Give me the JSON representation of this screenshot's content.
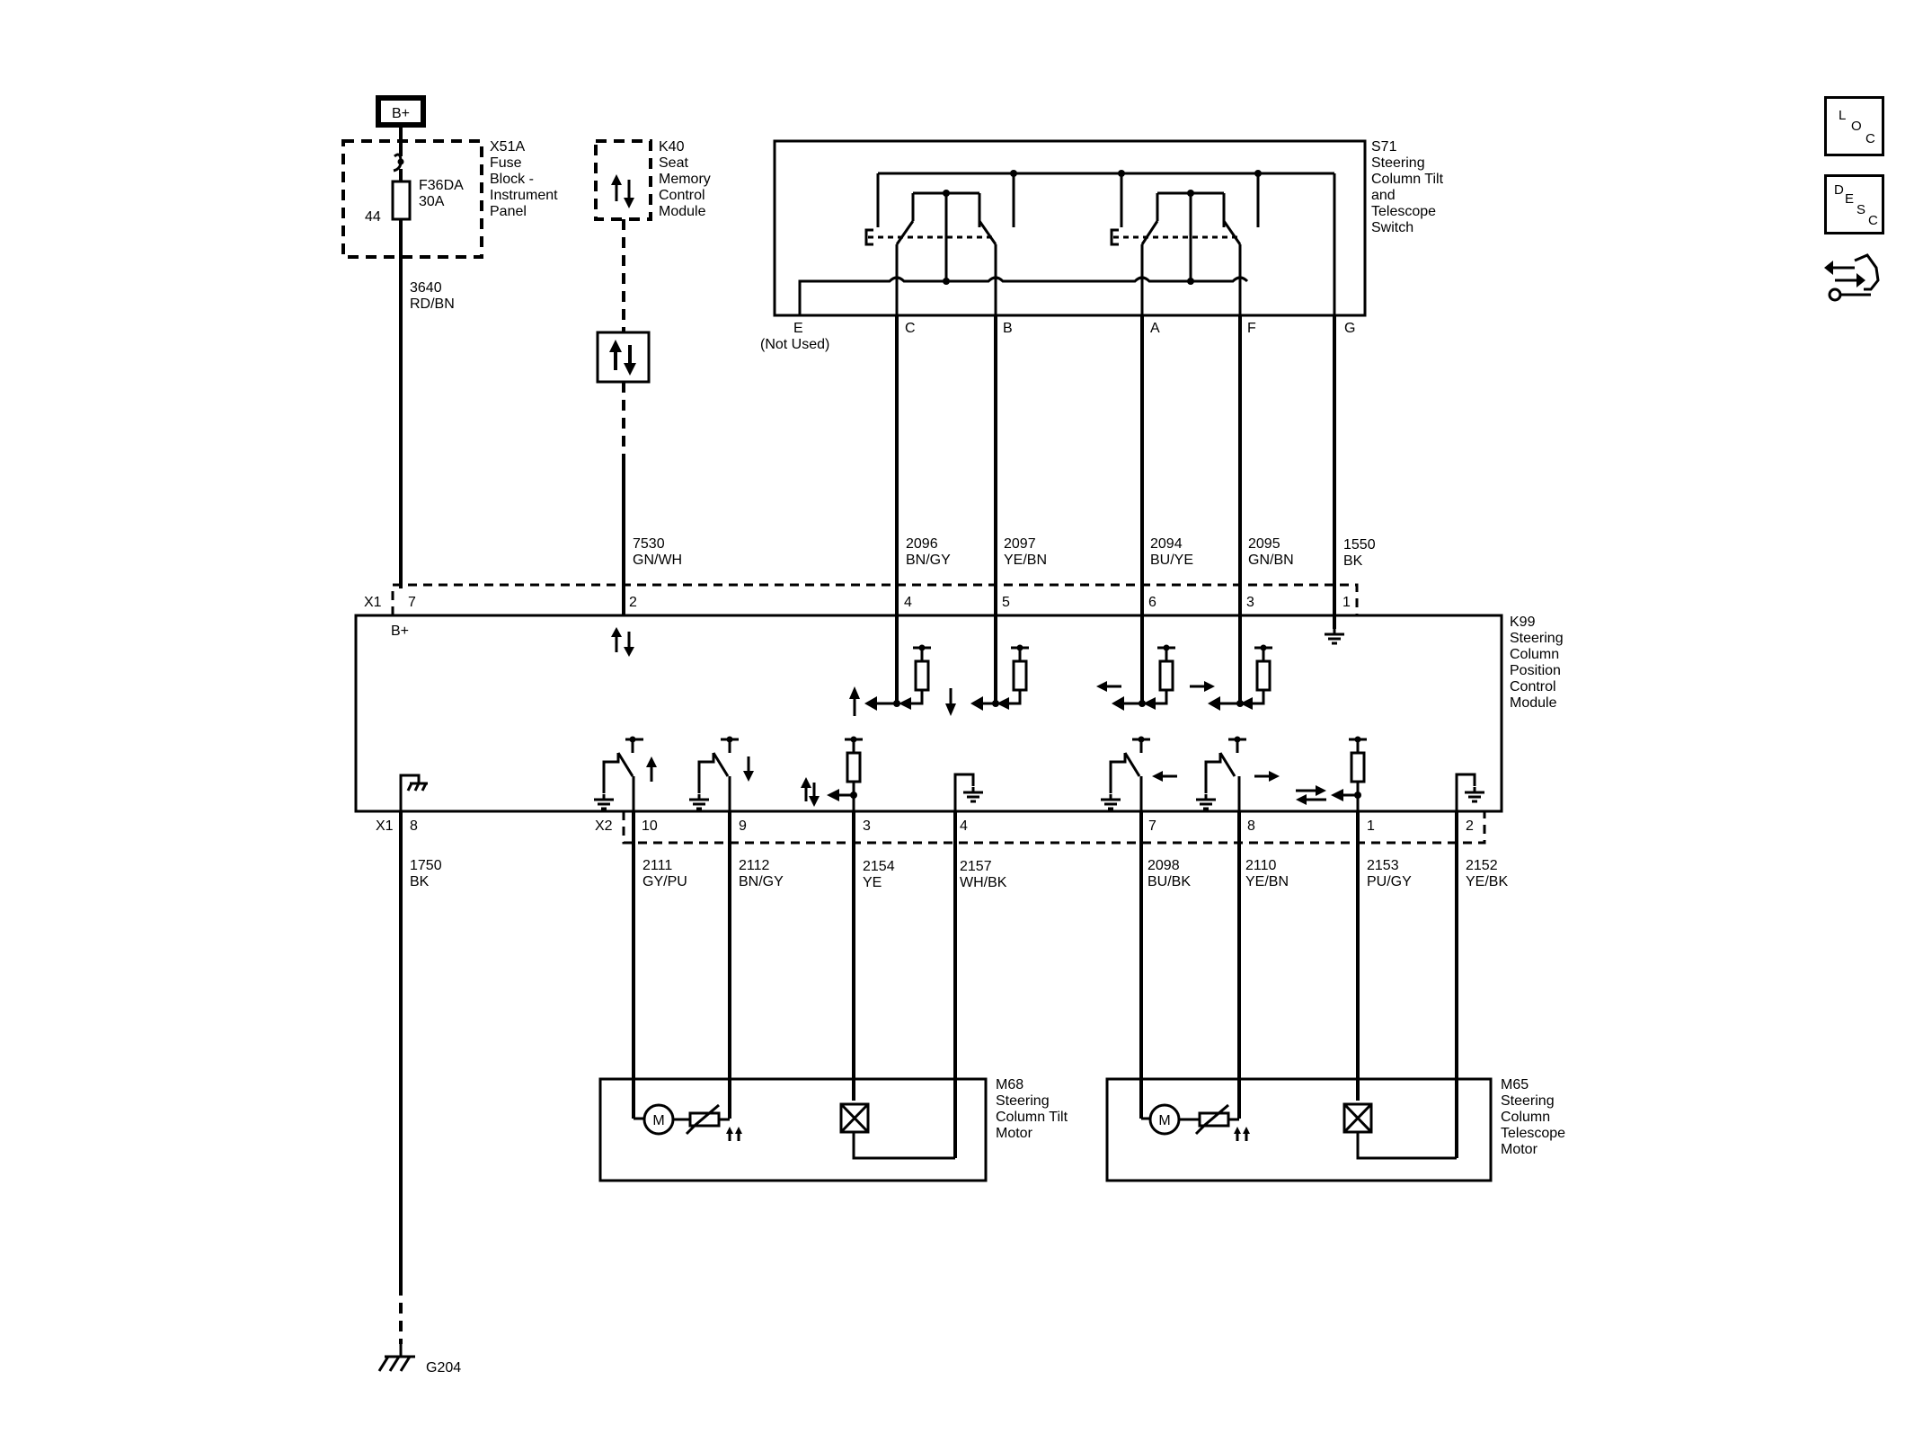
{
  "power": {
    "label": "B+"
  },
  "fuse_block": {
    "title": [
      "X51A",
      "Fuse",
      "Block -",
      "Instrument",
      "Panel"
    ],
    "fuse_name": "F36DA",
    "fuse_rating": "30A",
    "pin": "44"
  },
  "k40": {
    "title": [
      "K40",
      "Seat",
      "Memory",
      "Control",
      "Module"
    ]
  },
  "s71": {
    "title": [
      "S71",
      "Steering",
      "Column Tilt",
      "and",
      "Telescope",
      "Switch"
    ],
    "pins": {
      "E": "E",
      "E_note": "(Not Used)",
      "C": "C",
      "B": "B",
      "A": "A",
      "F": "F",
      "G": "G"
    }
  },
  "wires": {
    "w3640": {
      "num": "3640",
      "color": "RD/BN"
    },
    "w7530": {
      "num": "7530",
      "color": "GN/WH"
    },
    "w2096": {
      "num": "2096",
      "color": "BN/GY"
    },
    "w2097": {
      "num": "2097",
      "color": "YE/BN"
    },
    "w2094": {
      "num": "2094",
      "color": "BU/YE"
    },
    "w2095": {
      "num": "2095",
      "color": "GN/BN"
    },
    "w1550": {
      "num": "1550",
      "color": "BK"
    },
    "w1750": {
      "num": "1750",
      "color": "BK"
    },
    "w2111": {
      "num": "2111",
      "color": "GY/PU"
    },
    "w2112": {
      "num": "2112",
      "color": "BN/GY"
    },
    "w2154": {
      "num": "2154",
      "color": "YE"
    },
    "w2157": {
      "num": "2157",
      "color": "WH/BK"
    },
    "w2098": {
      "num": "2098",
      "color": "BU/BK"
    },
    "w2110": {
      "num": "2110",
      "color": "YE/BN"
    },
    "w2153": {
      "num": "2153",
      "color": "PU/GY"
    },
    "w2152": {
      "num": "2152",
      "color": "YE/BK"
    }
  },
  "k99": {
    "title": [
      "K99",
      "Steering",
      "Column",
      "Position",
      "Control",
      "Module"
    ],
    "x1_top": {
      "conn": "X1",
      "pins": [
        "7",
        "2",
        "4",
        "5",
        "6",
        "3",
        "1"
      ]
    },
    "b_plus": "B+",
    "x1_bottom": {
      "conn": "X1",
      "pin": "8"
    },
    "x2_bottom": {
      "conn": "X2",
      "pins": [
        "10",
        "9",
        "3",
        "4",
        "7",
        "8",
        "1",
        "2"
      ]
    }
  },
  "m68": {
    "title": [
      "M68",
      "Steering",
      "Column Tilt",
      "Motor"
    ],
    "motor": "M"
  },
  "m65": {
    "title": [
      "M65",
      "Steering",
      "Column",
      "Telescope",
      "Motor"
    ],
    "motor": "M"
  },
  "ground": {
    "label": "G204"
  },
  "nav": {
    "loc": {
      "l1": "L",
      "l2": "O",
      "l3": "C"
    },
    "desc": {
      "l1": "D",
      "l2": "E",
      "l3": "S",
      "l4": "C"
    }
  }
}
